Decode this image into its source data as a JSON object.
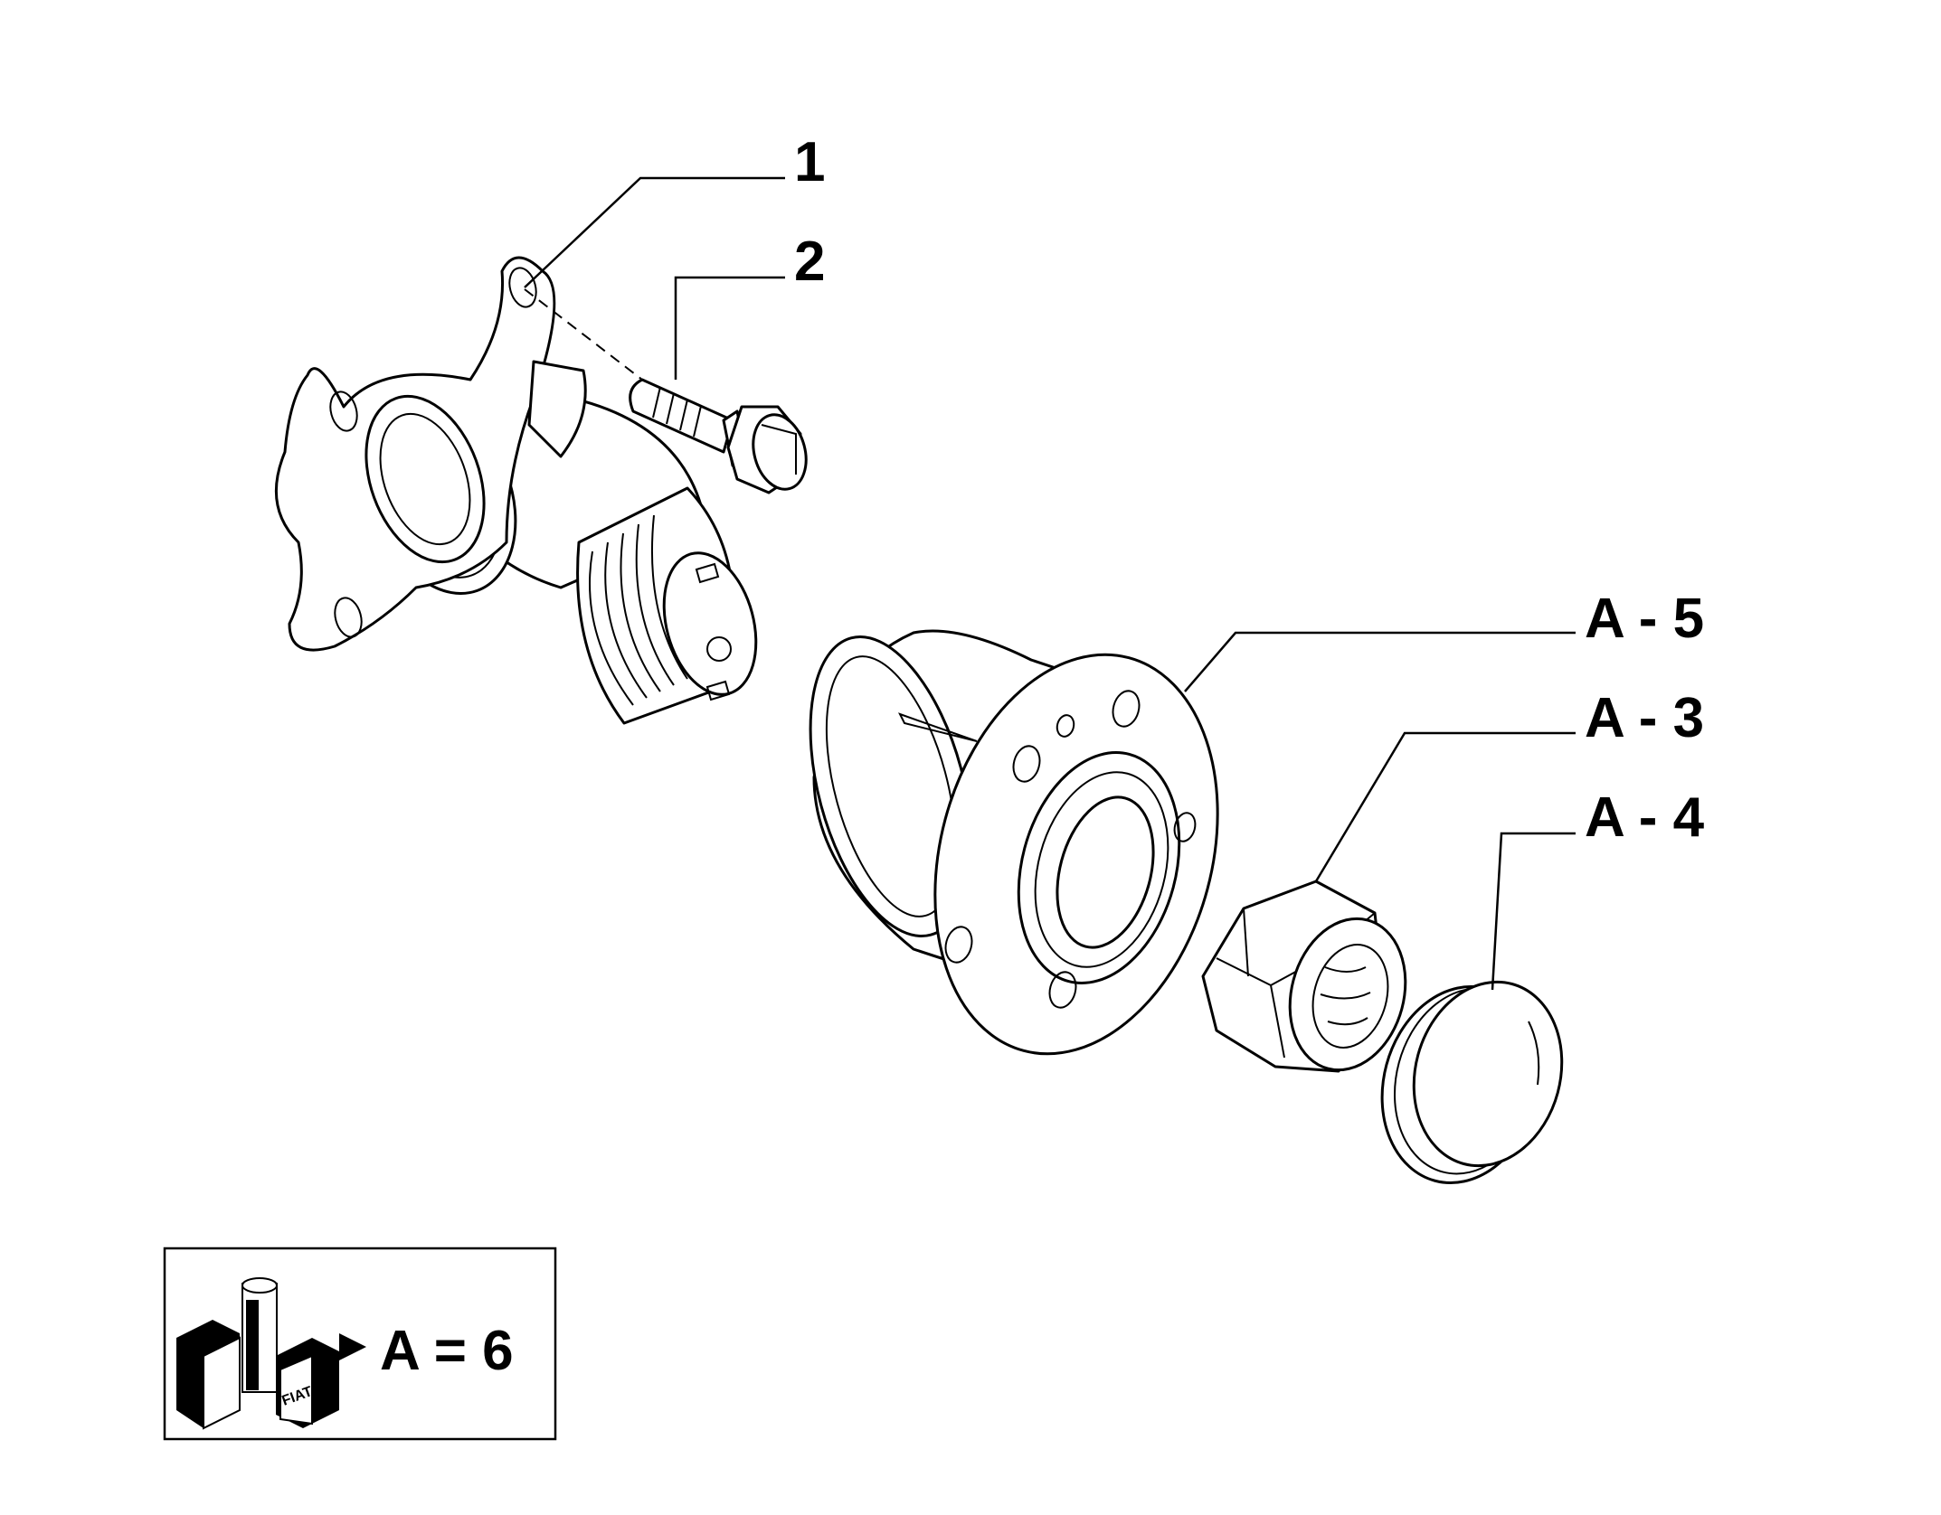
{
  "callouts": [
    {
      "id": "1",
      "label": "1"
    },
    {
      "id": "2",
      "label": "2"
    },
    {
      "id": "A5",
      "label": "A - 5"
    },
    {
      "id": "A3",
      "label": "A - 3"
    },
    {
      "id": "A4",
      "label": "A - 4"
    }
  ],
  "legend": {
    "equation": "A = 6",
    "logo_text": "FIAT"
  },
  "parts": [
    {
      "number": "1",
      "icon": "stub-axle-flange-icon"
    },
    {
      "number": "2",
      "icon": "hex-bolt-icon"
    },
    {
      "number": "A - 5",
      "icon": "wheel-hub-icon"
    },
    {
      "number": "A - 3",
      "icon": "hex-nut-icon"
    },
    {
      "number": "A - 4",
      "icon": "dust-cap-icon"
    }
  ]
}
